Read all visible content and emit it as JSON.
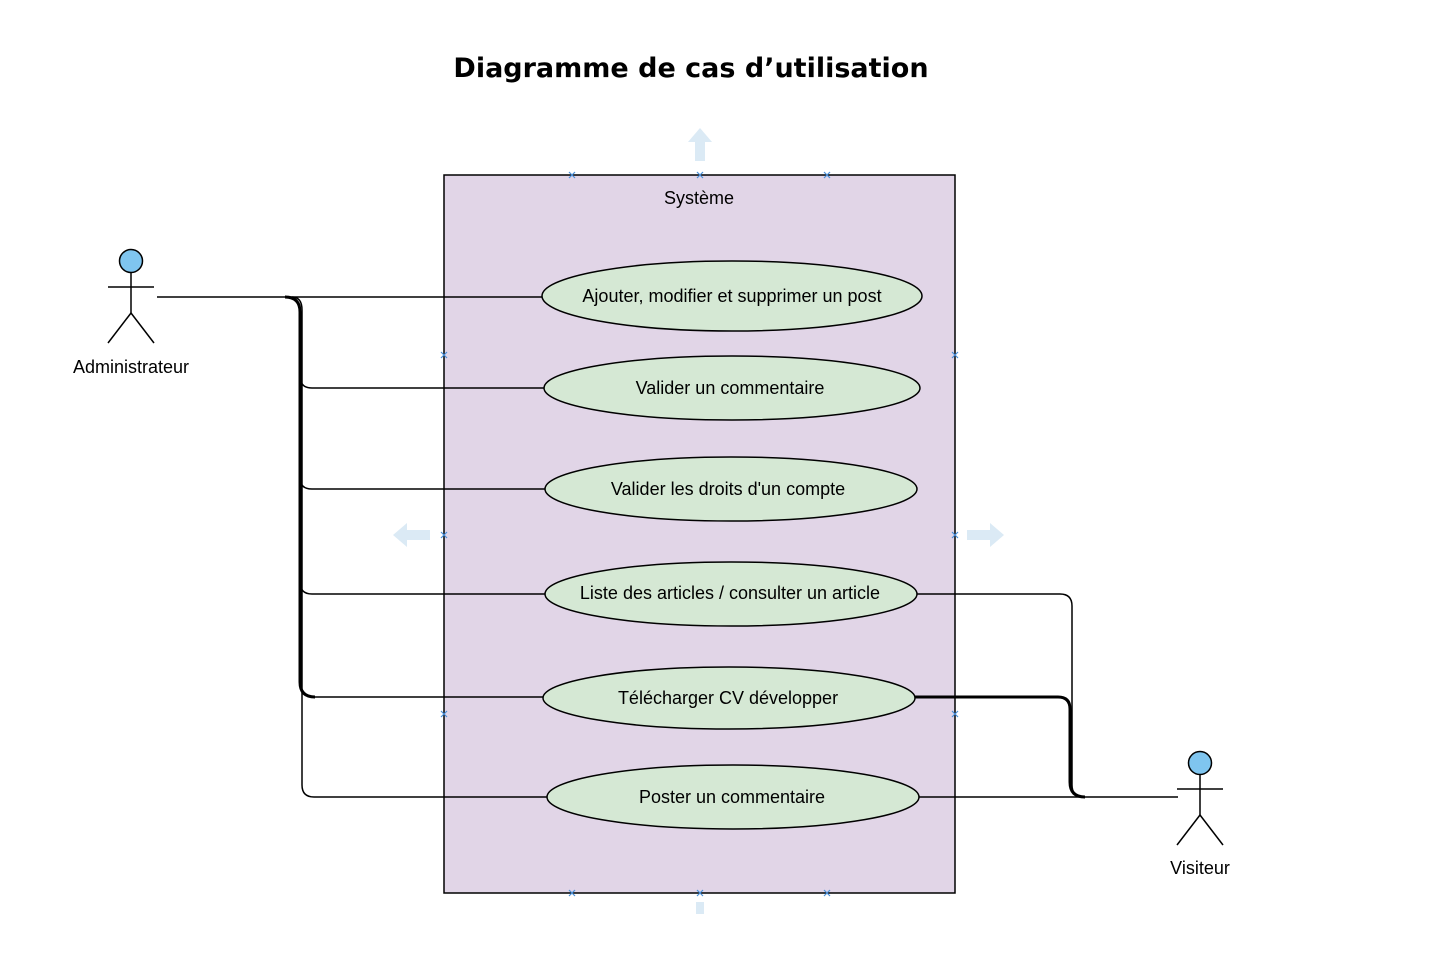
{
  "title": "Diagramme de cas d’utilisation",
  "system": {
    "label": "Système"
  },
  "actors": {
    "admin": {
      "label": "Administrateur"
    },
    "visitor": {
      "label": "Visiteur"
    }
  },
  "use_cases": [
    {
      "label": "Ajouter, modifier et supprimer un post"
    },
    {
      "label": "Valider un commentaire"
    },
    {
      "label": "Valider les droits d'un compte"
    },
    {
      "label": "Liste des articles / consulter un article"
    },
    {
      "label": "Télécharger CV développer"
    },
    {
      "label": "Poster un commentaire"
    }
  ],
  "colors": {
    "system_fill": "#e1d5e7",
    "use_case_fill": "#d5e8d4",
    "actor_head": "#7fc5ef",
    "selection_handle": "#4a90d9"
  }
}
